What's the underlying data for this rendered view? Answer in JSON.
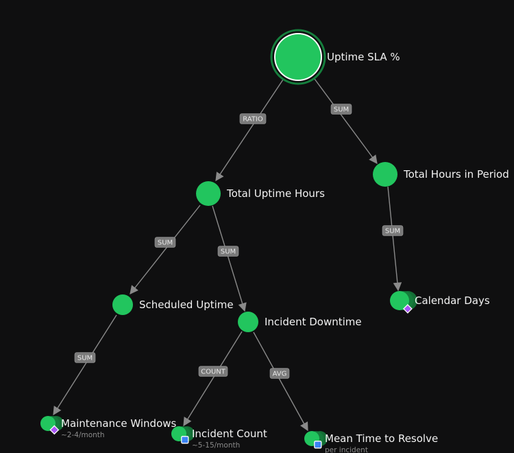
{
  "colors": {
    "background": "#0f0f10",
    "node": "#22c55e",
    "node_dark": "#15803d",
    "edge": "#8a8a8a",
    "edge_label_bg": "#7a7a7a",
    "source_diamond": "#a855f7",
    "source_square": "#3b82f6"
  },
  "nodes": [
    {
      "id": "uptime_sla",
      "label": "Uptime SLA %",
      "kind": "root"
    },
    {
      "id": "total_uptime_hours",
      "label": "Total Uptime Hours",
      "kind": "metric"
    },
    {
      "id": "total_hours_period",
      "label": "Total Hours in Period",
      "kind": "metric"
    },
    {
      "id": "scheduled_uptime",
      "label": "Scheduled Uptime",
      "kind": "metric"
    },
    {
      "id": "incident_downtime",
      "label": "Incident Downtime",
      "kind": "metric"
    },
    {
      "id": "calendar_days",
      "label": "Calendar Days",
      "kind": "input",
      "badge": "diamond-icon"
    },
    {
      "id": "maintenance_windows",
      "label": "Maintenance Windows",
      "sublabel": "~2-4/month",
      "kind": "input",
      "badge": "diamond-icon"
    },
    {
      "id": "incident_count",
      "label": "Incident Count",
      "sublabel": "~5-15/month",
      "kind": "input",
      "badge": "square-icon"
    },
    {
      "id": "mean_time_to_resolve",
      "label": "Mean Time to Resolve",
      "sublabel": "per incident",
      "kind": "input",
      "badge": "square-icon"
    }
  ],
  "edges": [
    {
      "from": "uptime_sla",
      "to": "total_uptime_hours",
      "label": "RATIO"
    },
    {
      "from": "uptime_sla",
      "to": "total_hours_period",
      "label": "SUM"
    },
    {
      "from": "total_uptime_hours",
      "to": "scheduled_uptime",
      "label": "SUM"
    },
    {
      "from": "total_uptime_hours",
      "to": "incident_downtime",
      "label": "SUM"
    },
    {
      "from": "total_hours_period",
      "to": "calendar_days",
      "label": "SUM"
    },
    {
      "from": "scheduled_uptime",
      "to": "maintenance_windows",
      "label": "SUM"
    },
    {
      "from": "incident_downtime",
      "to": "incident_count",
      "label": "COUNT"
    },
    {
      "from": "incident_downtime",
      "to": "mean_time_to_resolve",
      "label": "AVG"
    }
  ]
}
